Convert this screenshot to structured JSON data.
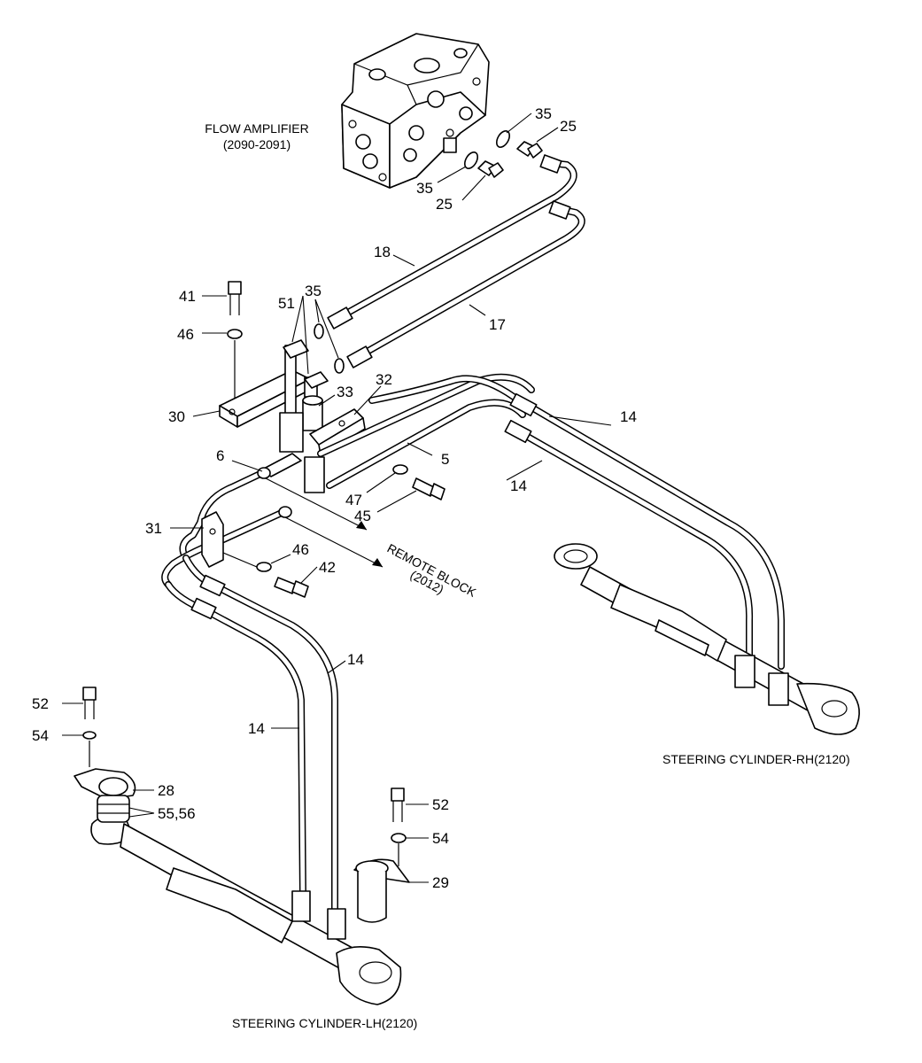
{
  "captions": {
    "flow_amplifier_title": "FLOW AMPLIFIER",
    "flow_amplifier_ref": "(2090-2091)",
    "remote_block_title": "REMOTE BLOCK",
    "remote_block_ref": "(2012)",
    "cylinder_rh": "STEERING CYLINDER-RH(2120)",
    "cylinder_lh": "STEERING CYLINDER-LH(2120)"
  },
  "callouts": {
    "c35a": "35",
    "c25a": "25",
    "c35b": "35",
    "c25b": "25",
    "c18": "18",
    "c17": "17",
    "c41": "41",
    "c35c": "35",
    "c51": "51",
    "c46a": "46",
    "c33": "33",
    "c32": "32",
    "c30": "30",
    "c6": "6",
    "c5": "5",
    "c14a": "14",
    "c14b": "14",
    "c47": "47",
    "c45": "45",
    "c31": "31",
    "c46b": "46",
    "c42": "42",
    "c14c": "14",
    "c52a": "52",
    "c14d": "14",
    "c54a": "54",
    "c28": "28",
    "c5556": "55,56",
    "c52b": "52",
    "c54b": "54",
    "c29": "29"
  }
}
